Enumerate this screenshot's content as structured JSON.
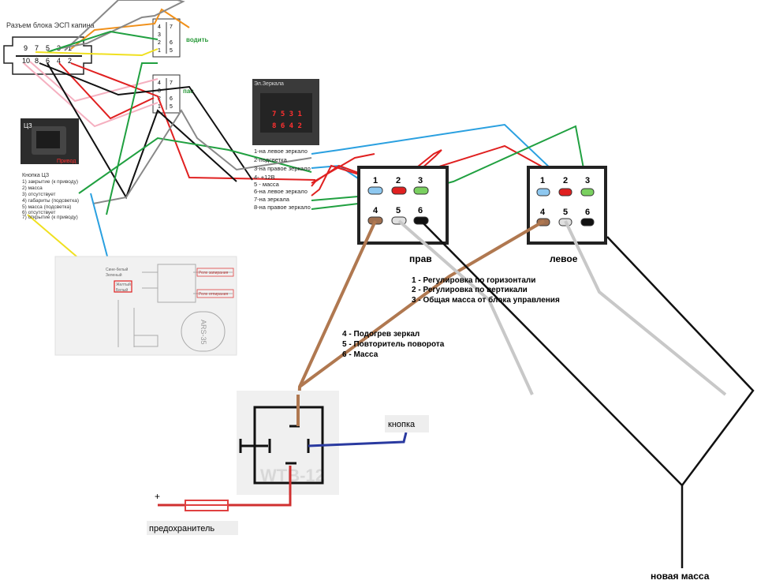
{
  "esp_block": {
    "title": "Разъем блока ЭСП капина",
    "top_pins": [
      "9",
      "7",
      "5",
      "3",
      "1"
    ],
    "bottom_pins": [
      "10",
      "8",
      "6",
      "4",
      "2"
    ]
  },
  "window_switch_driver": {
    "label": "водить",
    "pins_left": [
      "4",
      "3",
      "2",
      "1"
    ],
    "pins_right": [
      "7",
      "",
      "6",
      "5"
    ]
  },
  "window_switch_passenger": {
    "label": "пас",
    "pins_left": [
      "4",
      "3",
      "2",
      "1"
    ],
    "pins_right": [
      "7",
      "",
      "6",
      "5"
    ]
  },
  "cz_button": {
    "photo_label": "ЦЗ",
    "photo_caption": "Привод",
    "title": "Кнопка ЦЗ",
    "items": [
      "1) закрытие (к приводу)",
      "2) масса",
      "3) отсутствует",
      "4) габариты (подсветка)",
      "5) масса (подсветка)",
      "6) отсутствует",
      "7) открытие (к приводу)"
    ]
  },
  "mirror_switch": {
    "photo_label": "Эл.Зеркала",
    "photo_pins_top": "7 5 3 1",
    "photo_pins_bottom": "8 6 4 2",
    "items": [
      "1-на левое зеркало",
      "2-подсветка",
      "3-на правое зеркало",
      "4-  +12В",
      "5 - масса",
      "6-на левое зеркало",
      "7-на зеркала",
      "8-на правое зеркало"
    ]
  },
  "relay_scan": {
    "labels": [
      "Сине-белый",
      "Зеленый",
      "Желтый",
      "Белый",
      "Реле запирания",
      "Реле отпирания",
      "ARS-35"
    ]
  },
  "connector_right": {
    "label": "прав",
    "pins": [
      "1",
      "2",
      "3",
      "4",
      "5",
      "6"
    ]
  },
  "connector_left": {
    "label": "левое",
    "pins": [
      "1",
      "2",
      "3",
      "4",
      "5",
      "6"
    ]
  },
  "legend_top": [
    "1 -  Регулировка по горизонтали",
    "2 - Регулировка по вертикали",
    "3 - Общая масса от блока управления"
  ],
  "legend_bottom": [
    "4 - Подогрев зеркал",
    "5 - Повторитель поворота",
    "6 - Масса"
  ],
  "relay": {
    "watermark": "WTB-12",
    "button_label": "кнопка",
    "fuse_label": "предохранитель",
    "plus_label": "+"
  },
  "ground_label": "новая масса",
  "colors": {
    "brown": "#b07850",
    "red": "#e02020",
    "green": "#20a040",
    "blue": "#2aa0e0",
    "yellow": "#f0e020",
    "orange": "#f0901a",
    "pink": "#f5b0c0",
    "gray": "#8a8a8a",
    "navy": "#2a3aa0",
    "black": "#111111",
    "lightgray": "#c8c8c8"
  }
}
